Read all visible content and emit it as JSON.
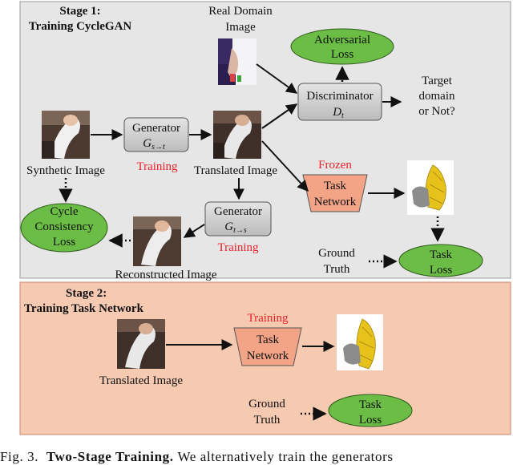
{
  "stage1": {
    "title_line1": "Stage 1:",
    "title_line2": "Training CycleGAN"
  },
  "stage2": {
    "title_line1": "Stage 2:",
    "title_line2": "Training Task Network"
  },
  "real_domain_label": [
    "Real Domain",
    "Image"
  ],
  "synthetic_image_label": "Synthetic Image",
  "translated_image_label": "Translated Image",
  "reconstructed_image_label": "Reconstructed Image",
  "stage2_translated_image_label": "Translated Image",
  "generator_st": {
    "name": "Generator",
    "symbol": "G",
    "subscript": "s→t",
    "status": "Training"
  },
  "generator_ts": {
    "name": "Generator",
    "symbol": "G",
    "subscript": "t→s",
    "status": "Training"
  },
  "discriminator": {
    "name": "Discriminator",
    "symbol": "D",
    "subscript": "t"
  },
  "adversarial_loss": [
    "Adversarial",
    "Loss"
  ],
  "target_domain_text": [
    "Target",
    "domain",
    "or Not?"
  ],
  "cycle_consistency_loss": [
    "Cycle",
    "Consistency",
    "Loss"
  ],
  "task_network_stage1": {
    "label": [
      "Task",
      "Network"
    ],
    "status": "Frozen"
  },
  "task_network_stage2": {
    "label": [
      "Task",
      "Network"
    ],
    "status": "Training"
  },
  "ground_truth_stage1": [
    "Ground",
    "Truth"
  ],
  "ground_truth_stage2": [
    "Ground",
    "Truth"
  ],
  "task_loss_stage1": [
    "Task",
    "Loss"
  ],
  "task_loss_stage2": [
    "Task",
    "Loss"
  ],
  "caption": {
    "prefix": "Fig. 3.",
    "bold": "Two-Stage Training.",
    "text": "We alternatively train the generators"
  },
  "colors": {
    "stage1_bg": "#e6e6e6",
    "stage2_bg": "#f6c9b1",
    "loss_green": "#6bbd45",
    "task_network_fill": "#f3a487",
    "generator_fill": "#cfcfcf",
    "status_red": "#e8212b"
  }
}
